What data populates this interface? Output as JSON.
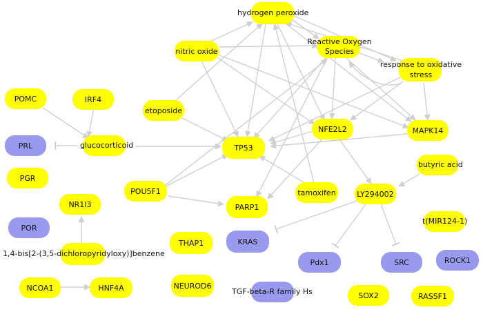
{
  "colors": {
    "gene_node": "#ffff00",
    "other_node": "#9999ee",
    "edge": "#d0d0d0",
    "text": "#111111"
  },
  "nodes": {
    "hydrogen_peroxide": "hydrogen peroxide",
    "nitric_oxide": "nitric oxide",
    "reactive_oxygen_species": "Reactive Oxygen Species",
    "response_to_oxidative_stress": "response to oxidative stress",
    "pomc": "POMC",
    "irf4": "IRF4",
    "etoposide": "etoposide",
    "nfe2l2": "NFE2L2",
    "mapk14": "MAPK14",
    "prl": "PRL",
    "glucocorticoid": "glucocorticoid",
    "tp53": "TP53",
    "pgr": "PGR",
    "butyric_acid": "butyric acid",
    "nr1i3": "NR1I3",
    "pou5f1": "POU5F1",
    "parp1": "PARP1",
    "tamoxifen": "tamoxifen",
    "ly294002": "LY294002",
    "por": "POR",
    "mir124": "t(MIR124-1)",
    "thap1": "THAP1",
    "kras": "KRAS",
    "dichloropyridyloxy_benzene": "1,4-bis[2-(3,5-dichloropyridyloxy)]benzene",
    "pdx1": "Pdx1",
    "src": "SRC",
    "rock1": "ROCK1",
    "ncoa1": "NCOA1",
    "hnf4a": "HNF4A",
    "neurod6": "NEUROD6",
    "tgf_beta_r": "TGF-beta-R family Hs",
    "sox2": "SOX2",
    "rassf1": "RASSF1"
  }
}
